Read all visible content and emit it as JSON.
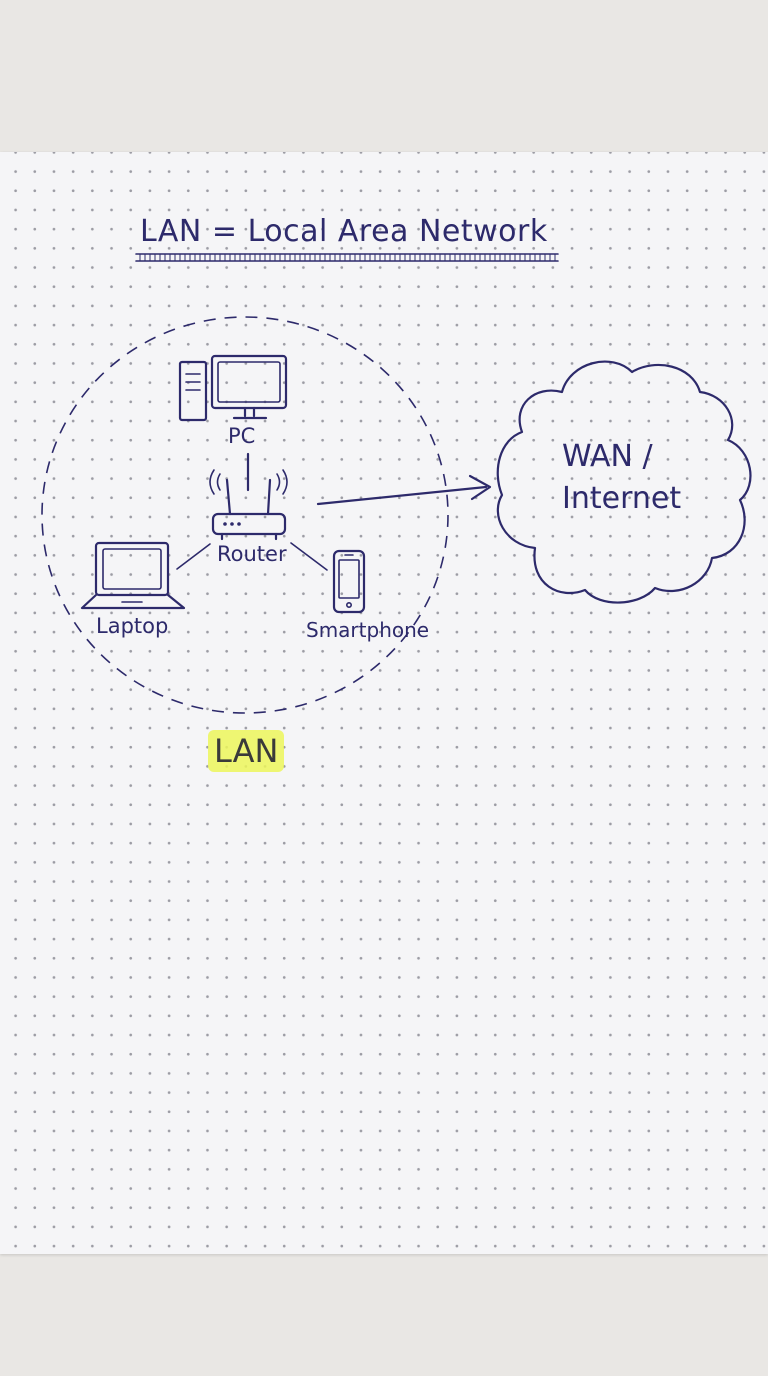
{
  "title": "LAN = Local Area Network",
  "nodes": {
    "pc": "PC",
    "router": "Router",
    "laptop": "Laptop",
    "smartphone": "Smartphone"
  },
  "cloud": {
    "line1": "WAN /",
    "line2": "Internet"
  },
  "lan_label": "LAN",
  "colors": {
    "ink": "#2d2a6b",
    "highlight": "#ecf65a",
    "paper": "#f5f5f7"
  }
}
